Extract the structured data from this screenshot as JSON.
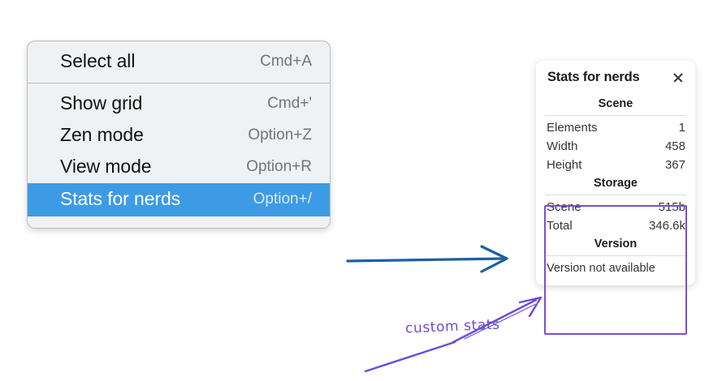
{
  "context_menu": {
    "sections": [
      {
        "items": [
          {
            "label": "Select all",
            "shortcut": "Cmd+A",
            "selected": false
          }
        ]
      },
      {
        "items": [
          {
            "label": "Show grid",
            "shortcut": "Cmd+'",
            "selected": false
          },
          {
            "label": "Zen mode",
            "shortcut": "Option+Z",
            "selected": false
          },
          {
            "label": "View mode",
            "shortcut": "Option+R",
            "selected": false
          },
          {
            "label": "Stats for nerds",
            "shortcut": "Option+/",
            "selected": true
          }
        ]
      }
    ],
    "selected_highlight_color": "#3d9be5",
    "background_color": "#f0f1f3"
  },
  "stats_panel": {
    "title": "Stats for nerds",
    "close_icon": "close-icon",
    "scene": {
      "heading": "Scene",
      "rows": [
        {
          "label": "Elements",
          "value": "1"
        },
        {
          "label": "Width",
          "value": "458"
        },
        {
          "label": "Height",
          "value": "367"
        }
      ]
    },
    "storage": {
      "heading": "Storage",
      "rows": [
        {
          "label": "Scene",
          "value": "515b"
        },
        {
          "label": "Total",
          "value": "346.6k"
        }
      ]
    },
    "version": {
      "heading": "Version",
      "note": "Version not available"
    }
  },
  "annotations": {
    "callout_text": "custom stats",
    "callout_color": "#6c4ad6",
    "highlight_box_color": "#7a4fd6",
    "arrow_color": "#1f5fa0"
  }
}
